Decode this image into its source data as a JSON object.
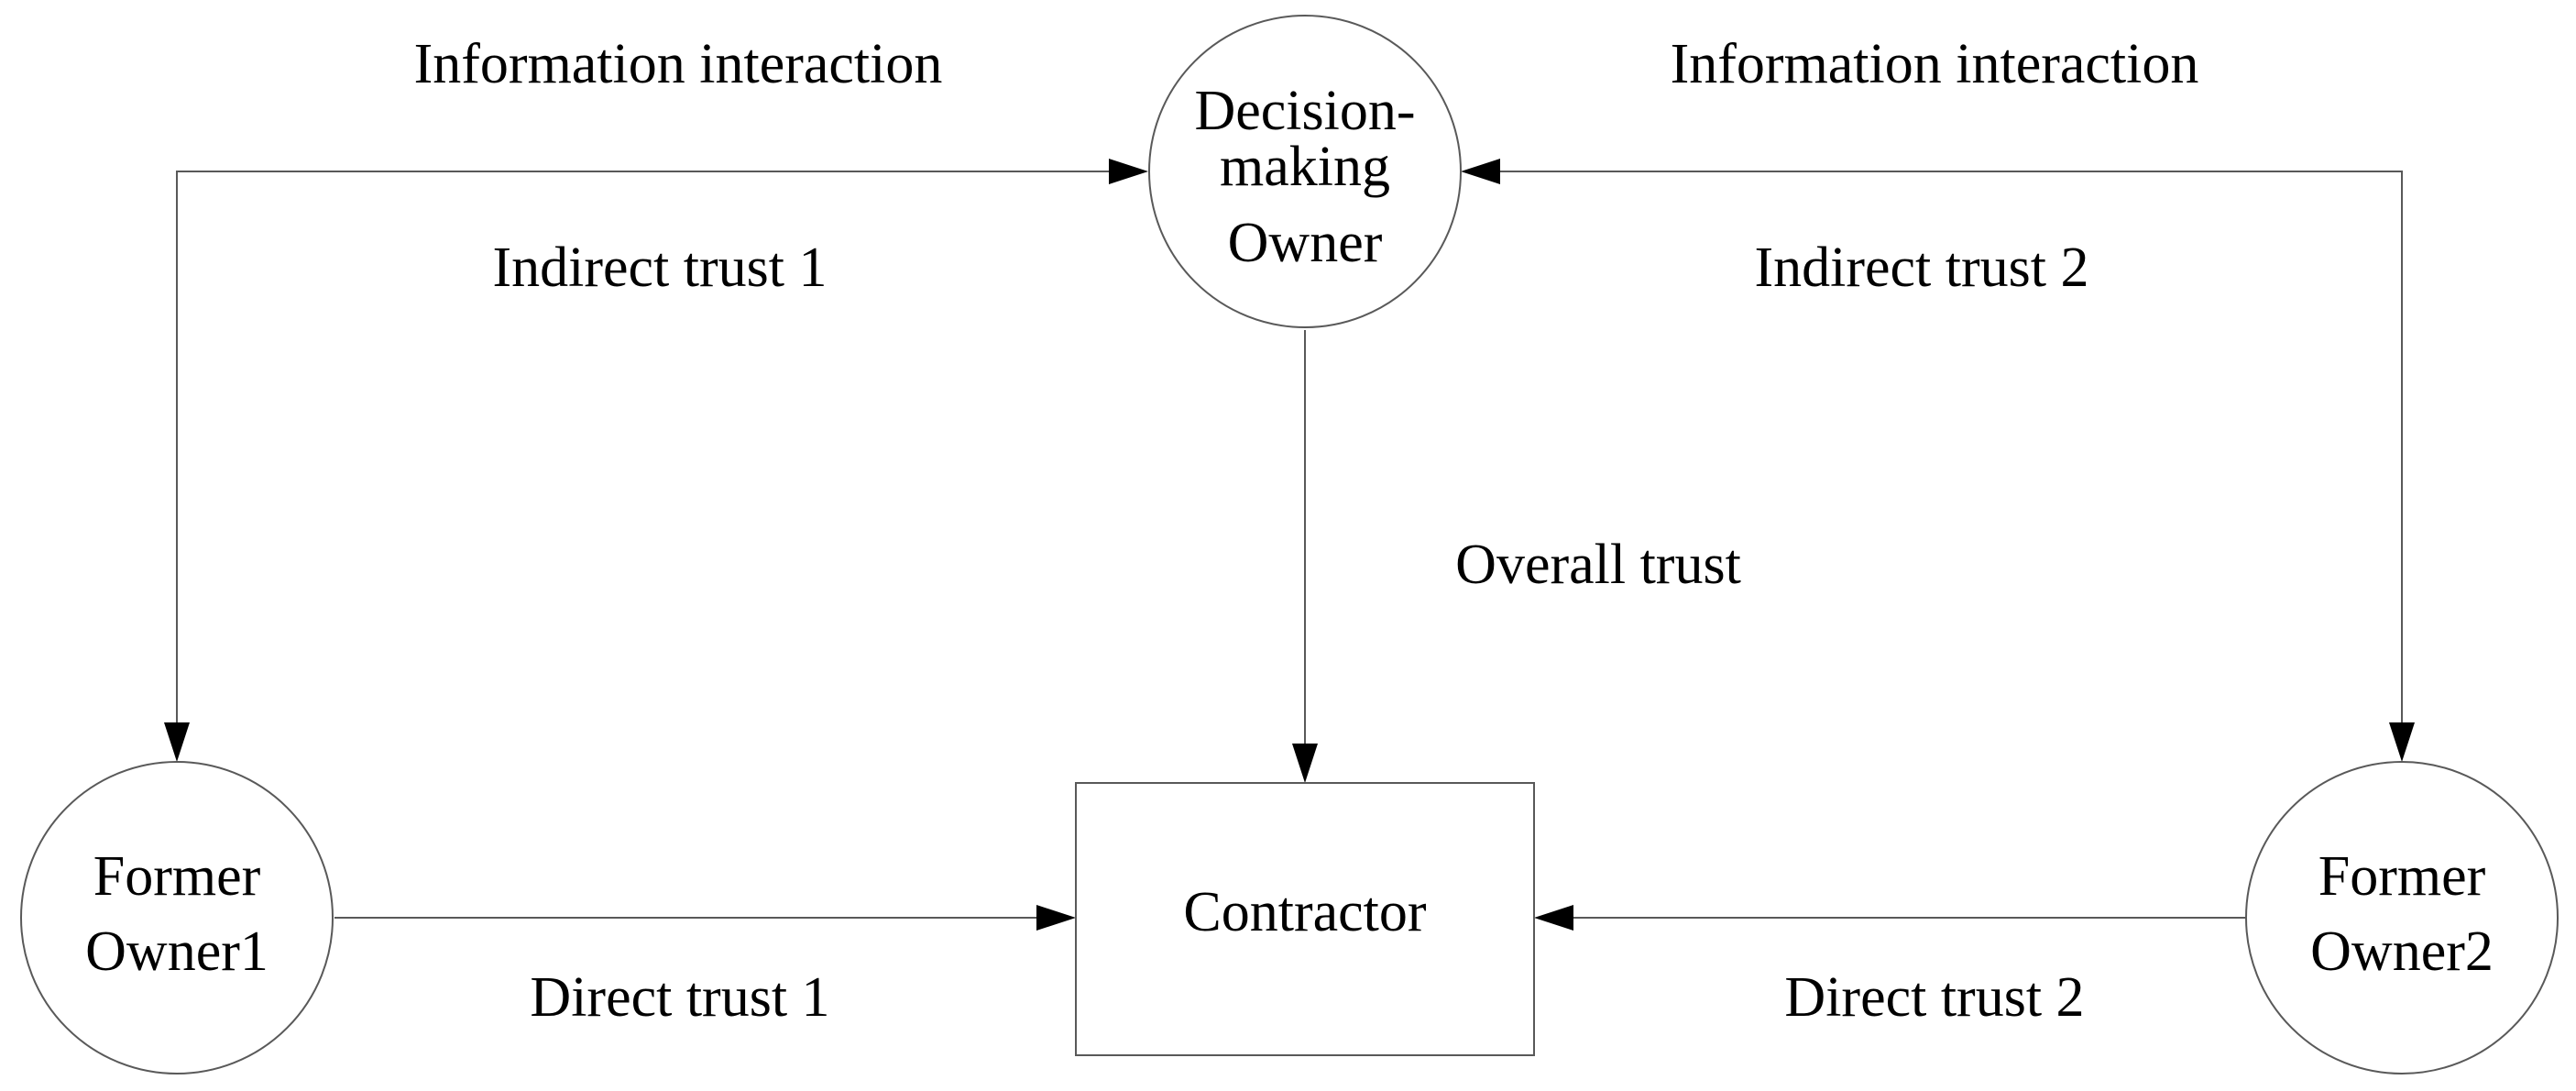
{
  "nodes": {
    "decision_owner": {
      "lines": [
        "Decision-",
        "making",
        "Owner"
      ]
    },
    "former_owner_1": {
      "lines": [
        "Former",
        "Owner1"
      ]
    },
    "former_owner_2": {
      "lines": [
        "Former",
        "Owner2"
      ]
    },
    "contractor": {
      "label": "Contractor"
    }
  },
  "edges": {
    "info_interaction_left": "Information interaction",
    "info_interaction_right": "Information interaction",
    "indirect_trust_1": "Indirect trust 1",
    "indirect_trust_2": "Indirect trust 2",
    "overall_trust": "Overall trust",
    "direct_trust_1": "Direct trust 1",
    "direct_trust_2": "Direct trust 2"
  },
  "colors": {
    "line": "#595959",
    "arrowhead": "#000000",
    "text": "#000000",
    "background": "#ffffff"
  }
}
